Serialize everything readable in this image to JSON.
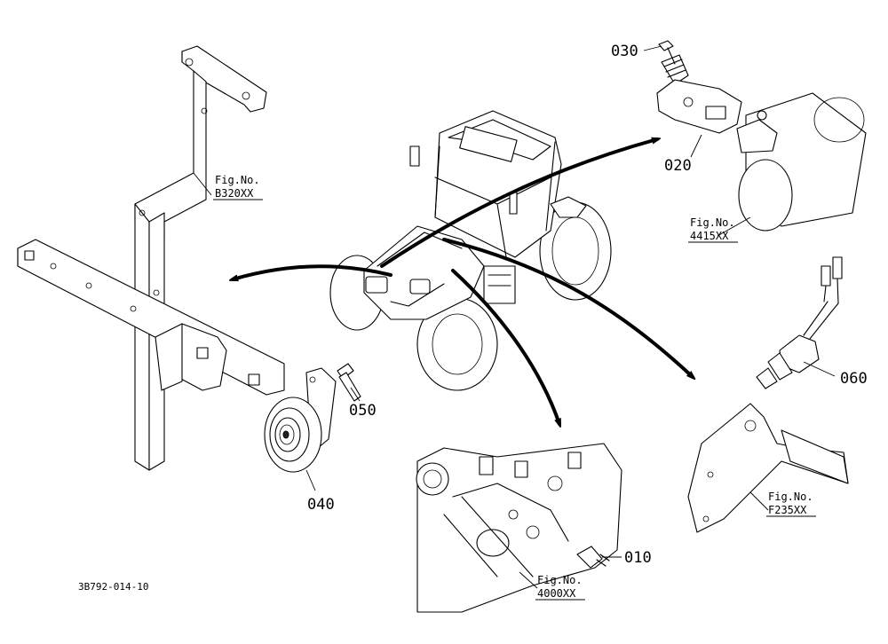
{
  "parts": {
    "p010": "010",
    "p020": "020",
    "p030": "030",
    "p040": "040",
    "p050": "050",
    "p060": "060"
  },
  "figures": {
    "b320": {
      "prefix": "Fig.No.",
      "code": "B320XX"
    },
    "f4415": {
      "prefix": "Fig.No.",
      "code": "4415XX"
    },
    "f235": {
      "prefix": "Fig.No.",
      "code": "F235XX"
    },
    "f4000": {
      "prefix": "Fig.No.",
      "code": "4000XX"
    }
  },
  "drawing_code": "3B792-014-10"
}
